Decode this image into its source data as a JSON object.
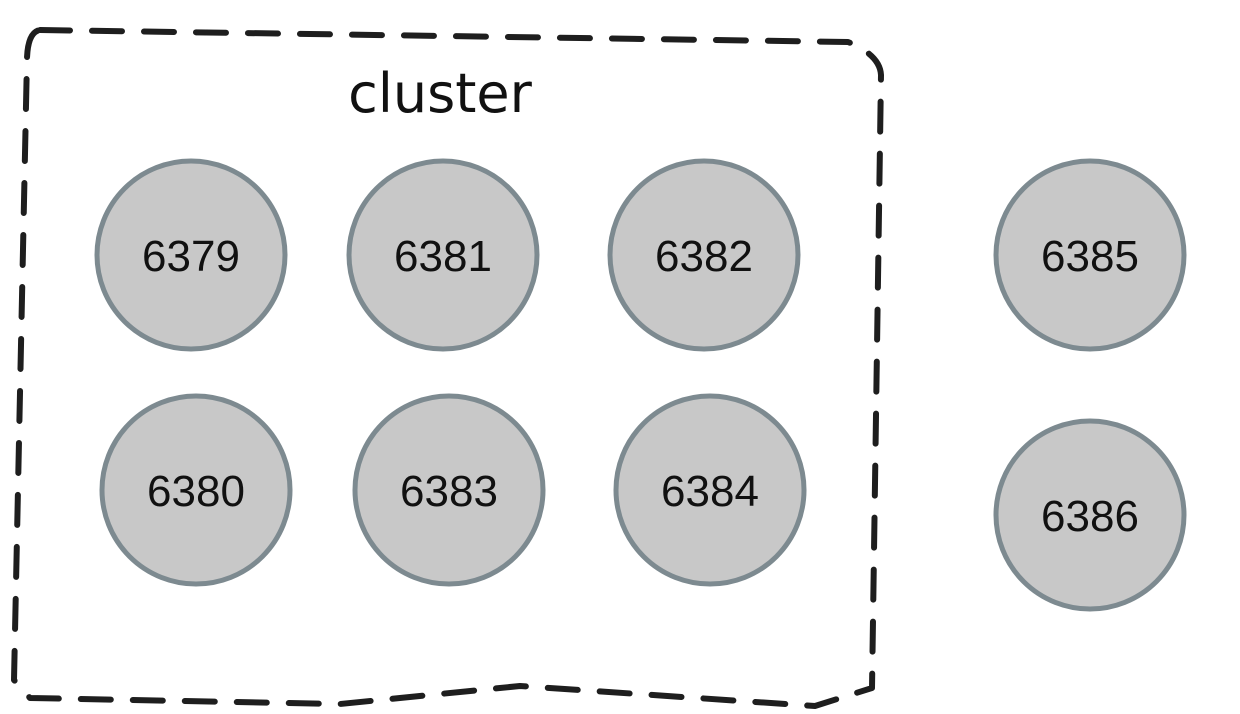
{
  "cluster": {
    "label": "cluster",
    "border_color": "#1e1e1e"
  },
  "node_style": {
    "fill": "#c8c8c8",
    "stroke": "#7d8a90"
  },
  "nodes": [
    {
      "id": "6379",
      "label": "6379",
      "in_cluster": true
    },
    {
      "id": "6381",
      "label": "6381",
      "in_cluster": true
    },
    {
      "id": "6382",
      "label": "6382",
      "in_cluster": true
    },
    {
      "id": "6380",
      "label": "6380",
      "in_cluster": true
    },
    {
      "id": "6383",
      "label": "6383",
      "in_cluster": true
    },
    {
      "id": "6384",
      "label": "6384",
      "in_cluster": true
    },
    {
      "id": "6385",
      "label": "6385",
      "in_cluster": false
    },
    {
      "id": "6386",
      "label": "6386",
      "in_cluster": false
    }
  ]
}
